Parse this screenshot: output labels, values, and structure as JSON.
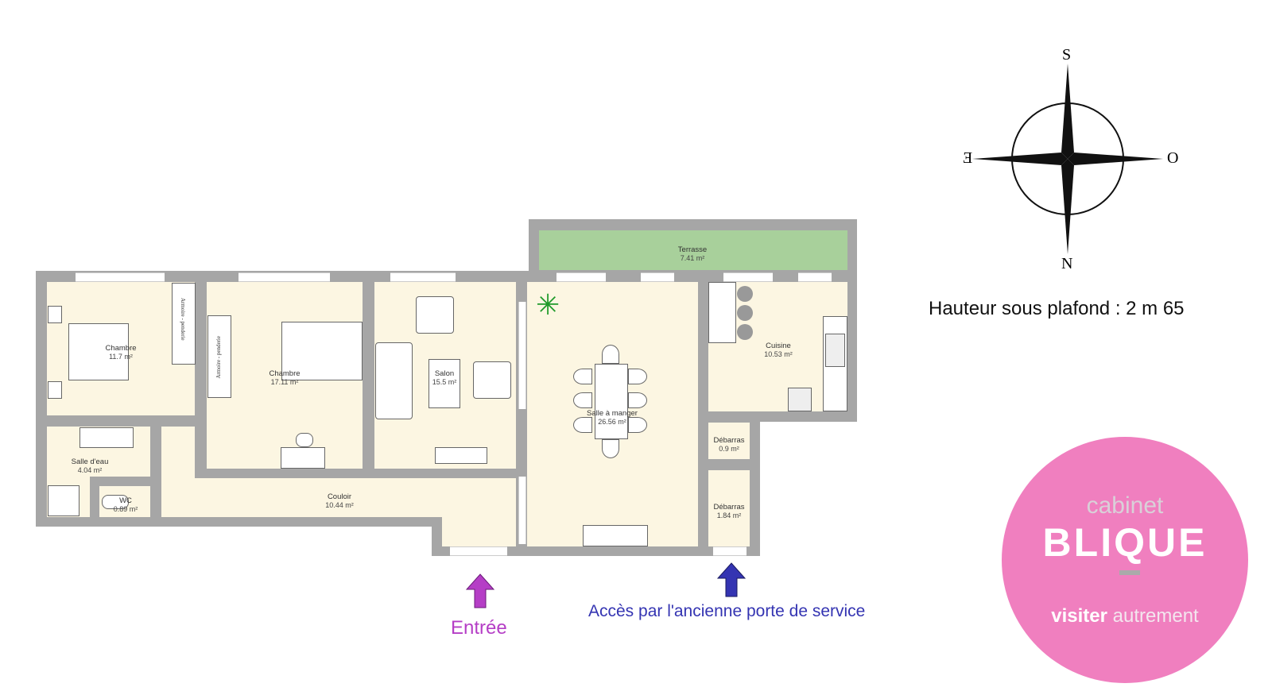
{
  "rooms": [
    {
      "name": "Chambre",
      "area": "11.7 m²"
    },
    {
      "name": "Chambre",
      "area": "17.11 m²"
    },
    {
      "name": "Salon",
      "area": "15.5 m²"
    },
    {
      "name": "Salle d'eau",
      "area": "4.04 m²"
    },
    {
      "name": "WC",
      "area": "0.89 m²"
    },
    {
      "name": "Couloir",
      "area": "10.44 m²"
    },
    {
      "name": "Terrasse",
      "area": "7.41 m²"
    },
    {
      "name": "Salle à manger",
      "area": "26.56 m²"
    },
    {
      "name": "Cuisine",
      "area": "10.53 m²"
    },
    {
      "name": "Débarras",
      "area": "0.9 m²"
    },
    {
      "name": "Débarras",
      "area": "1.84 m²"
    }
  ],
  "furniture": {
    "wardrobe_label": "Armoire - penderie"
  },
  "compass": {
    "top": "S",
    "bottom": "N",
    "left": "E",
    "right": "O"
  },
  "ceiling_height": "Hauteur sous plafond : 2 m 65",
  "entrance": {
    "label": "Entrée",
    "color": "#b53ec6"
  },
  "service_access": {
    "label": "Accès par l'ancienne porte de service",
    "color": "#3434b2"
  },
  "logo": {
    "line1": "cabinet",
    "brand": "BLIQUE",
    "tagline_bold": "visiter",
    "tagline_rest": " autrement",
    "color": "#f07fbf"
  }
}
